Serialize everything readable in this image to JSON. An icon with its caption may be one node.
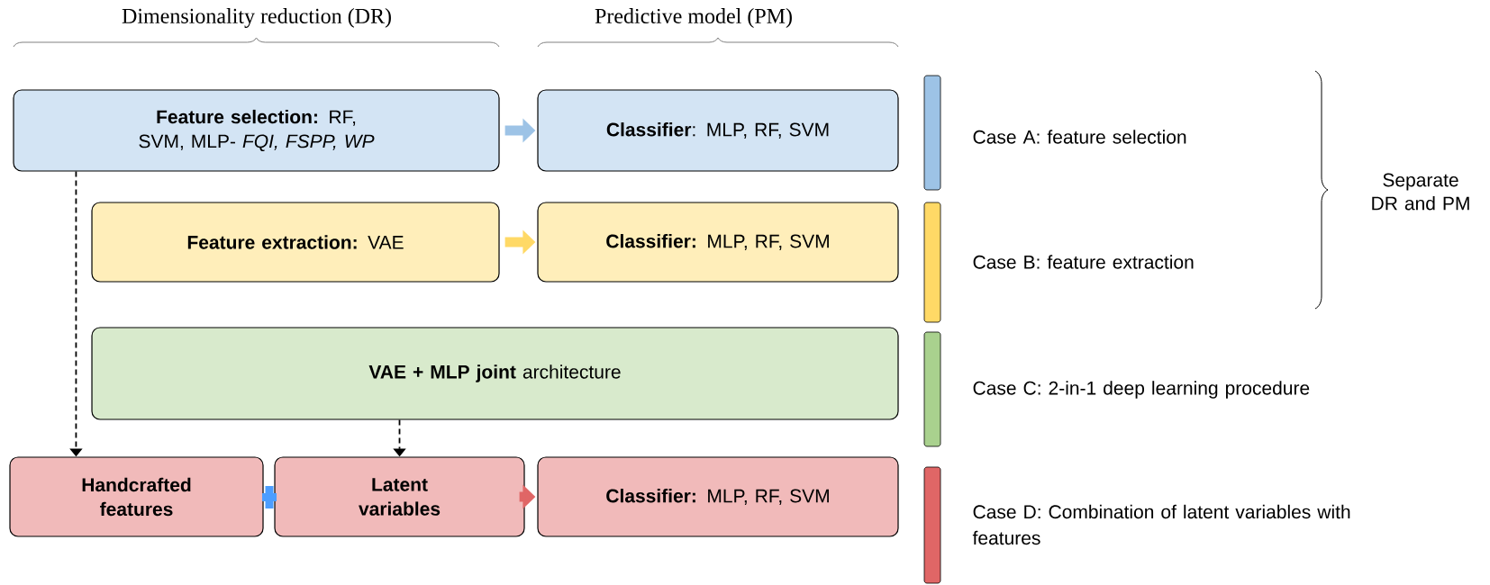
{
  "diagram": {
    "nodes": [
      {
        "text": [
          "**Feature selection:** RF, SVM, MLP- *FQI, FSPP, WP*"
        ]
      },
      {
        "text": [
          "**Classifier**: MLP, RF, SVM"
        ]
      },
      {
        "text": [
          "**Feature extraction:**  VAE"
        ]
      },
      {
        "text": [
          "**Classifier:** MLP, RF, SVM"
        ]
      },
      {
        "text": [
          "**VAE + MLP joint** architecture"
        ]
      },
      {
        "text": [
          "Handcrafted features"
        ]
      },
      {
        "text": [
          "Latent variables"
        ]
      },
      {
        "text": [
          "**Classifier:** MLP, RF, SVM"
        ]
      }
    ],
    "edges": [
      {
        "from": 0,
        "to": 1,
        "arrow": "to",
        "color": "#9dc3e6"
      },
      {
        "from": 2,
        "to": 3,
        "arrow": "to",
        "color": "#ffd966"
      },
      {
        "from": 6,
        "to": 7,
        "arrow": "to",
        "color": "#e06666"
      },
      {
        "from": 0,
        "to": 5,
        "arrow": "to",
        "style": "dashed"
      },
      {
        "from": 4,
        "to": 6,
        "arrow": "to",
        "style": "dashed"
      }
    ],
    "labels": [
      "Dimensionality reduction (DR)",
      "Predictive model (PM)",
      "Separate DR and PM"
    ],
    "legend": [
      {
        "text": "Case A: feature selection",
        "color": "#9dc3e6"
      },
      {
        "text": "Case B: feature extraction",
        "color": "#ffd966"
      },
      {
        "text": "Case C: 2-in-1 deep learning procedure",
        "color": "#a9d18e"
      },
      {
        "text": "Case D: Combination of latent variables with features",
        "color": "#e06666"
      }
    ]
  }
}
